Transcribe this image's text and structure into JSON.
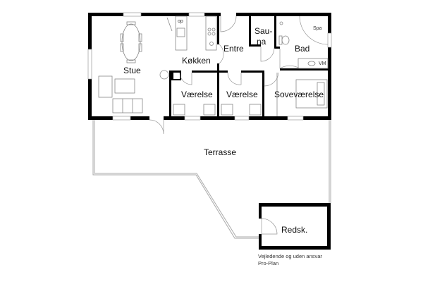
{
  "floorplan": {
    "rooms": {
      "stue": "Stue",
      "kokken": "Køkken",
      "entre": "Entre",
      "sauna_line1": "Sau-",
      "sauna_line2": "na",
      "bad": "Bad",
      "vaerelse1": "Værelse",
      "vaerelse2": "Værelse",
      "sovevaerelse": "Soveværelse",
      "terrasse": "Terrasse",
      "redsk": "Redsk."
    },
    "fixtures": {
      "op": "op",
      "spa": "Spa",
      "vm": "VM"
    },
    "footer": {
      "disclaimer": "Vejledende og uden ansvar",
      "brand": "Pro-Plan"
    }
  },
  "colors": {
    "wall": "#000000",
    "thin_line": "#999999",
    "background": "#ffffff"
  }
}
